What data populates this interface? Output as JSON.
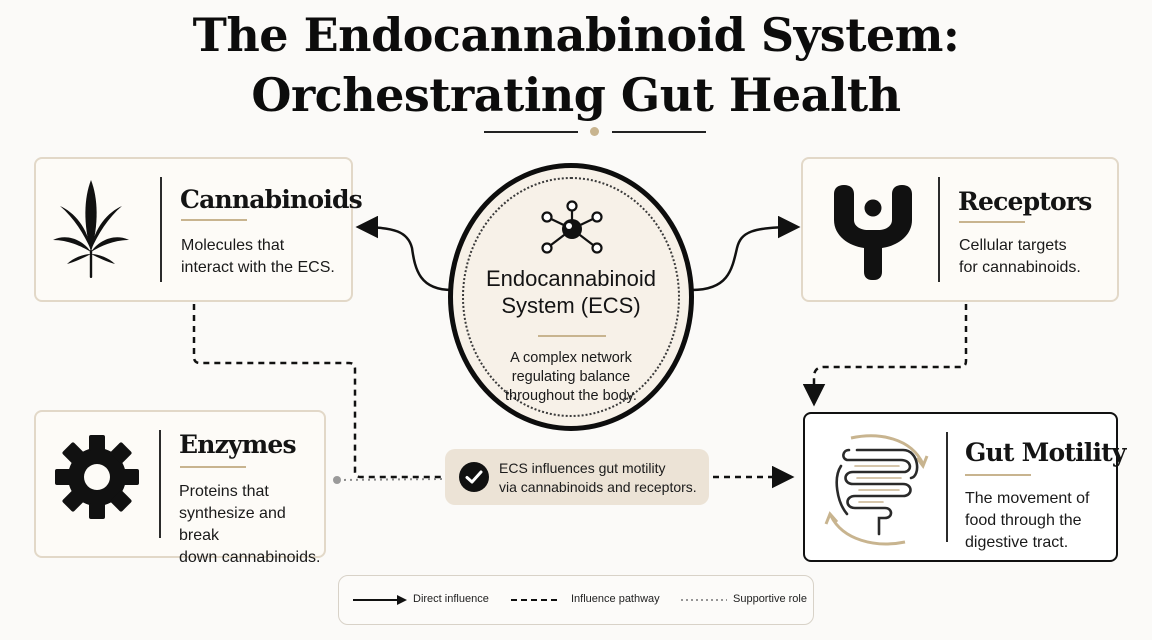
{
  "title": {
    "line1": "The Endocannabinoid System:",
    "line2": "Orchestrating Gut Health"
  },
  "center": {
    "title_line1": "Endocannabinoid",
    "title_line2": "System (ECS)",
    "desc": [
      "A complex network",
      "regulating balance",
      "throughout the body."
    ],
    "icon": "molecule-icon"
  },
  "cards": {
    "cannabinoids": {
      "title": "Cannabinoids",
      "desc": [
        "Molecules that",
        "interact with the ECS."
      ],
      "icon": "cannabis-leaf-icon"
    },
    "receptors": {
      "title": "Receptors",
      "desc": [
        "Cellular targets",
        "for cannabinoids."
      ],
      "icon": "receptor-icon"
    },
    "enzymes": {
      "title": "Enzymes",
      "desc": [
        "Proteins that",
        "synthesize and break",
        "down cannabinoids."
      ],
      "icon": "gear-icon"
    },
    "gut_motility": {
      "title": "Gut Motility",
      "desc": [
        "The movement of",
        "food through the",
        "digestive tract."
      ],
      "icon": "intestine-icon"
    }
  },
  "callout": {
    "text": [
      "ECS influences gut motility",
      "via cannabinoids and receptors."
    ],
    "icon": "check-circle-icon"
  },
  "legend": {
    "direct": "Direct influence",
    "pathway": "Influence pathway",
    "supportive": "Supportive role"
  },
  "colors": {
    "accent": "#c8b48f",
    "dark": "#111111",
    "card_border": "#e2d8c8",
    "callout_bg": "#ece3d6",
    "background": "#fbfaf8"
  }
}
